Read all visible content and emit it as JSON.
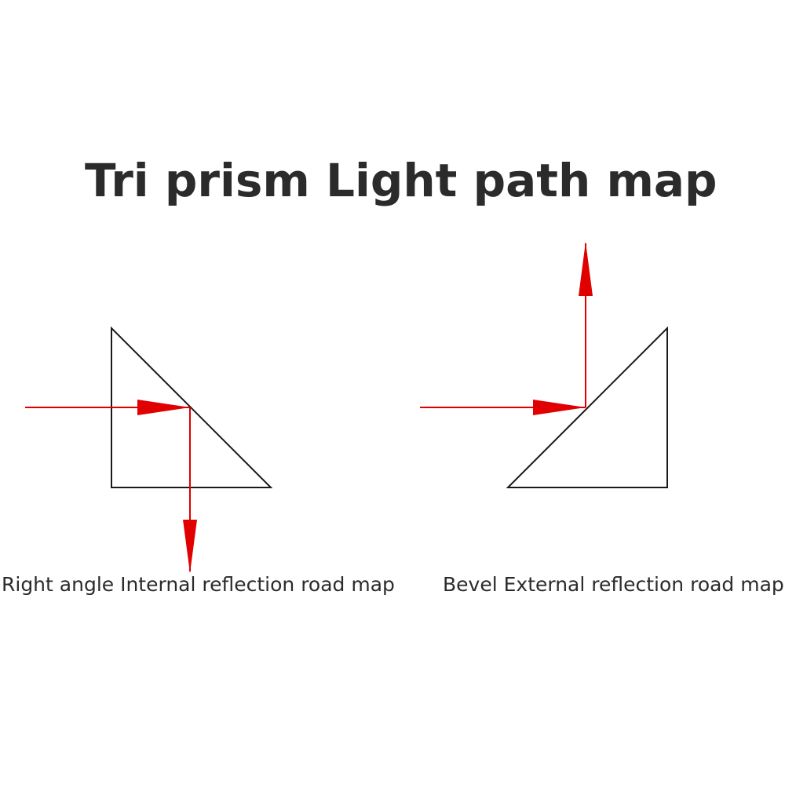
{
  "title": "Tri prism Light path map",
  "diagrams": [
    {
      "caption": "Right angle Internal reflection road map"
    },
    {
      "caption": "Bevel External reflection road map"
    }
  ],
  "colors": {
    "ray": "#e00000",
    "prism_outline": "#1a1a1a",
    "text": "#2b2b2b"
  }
}
